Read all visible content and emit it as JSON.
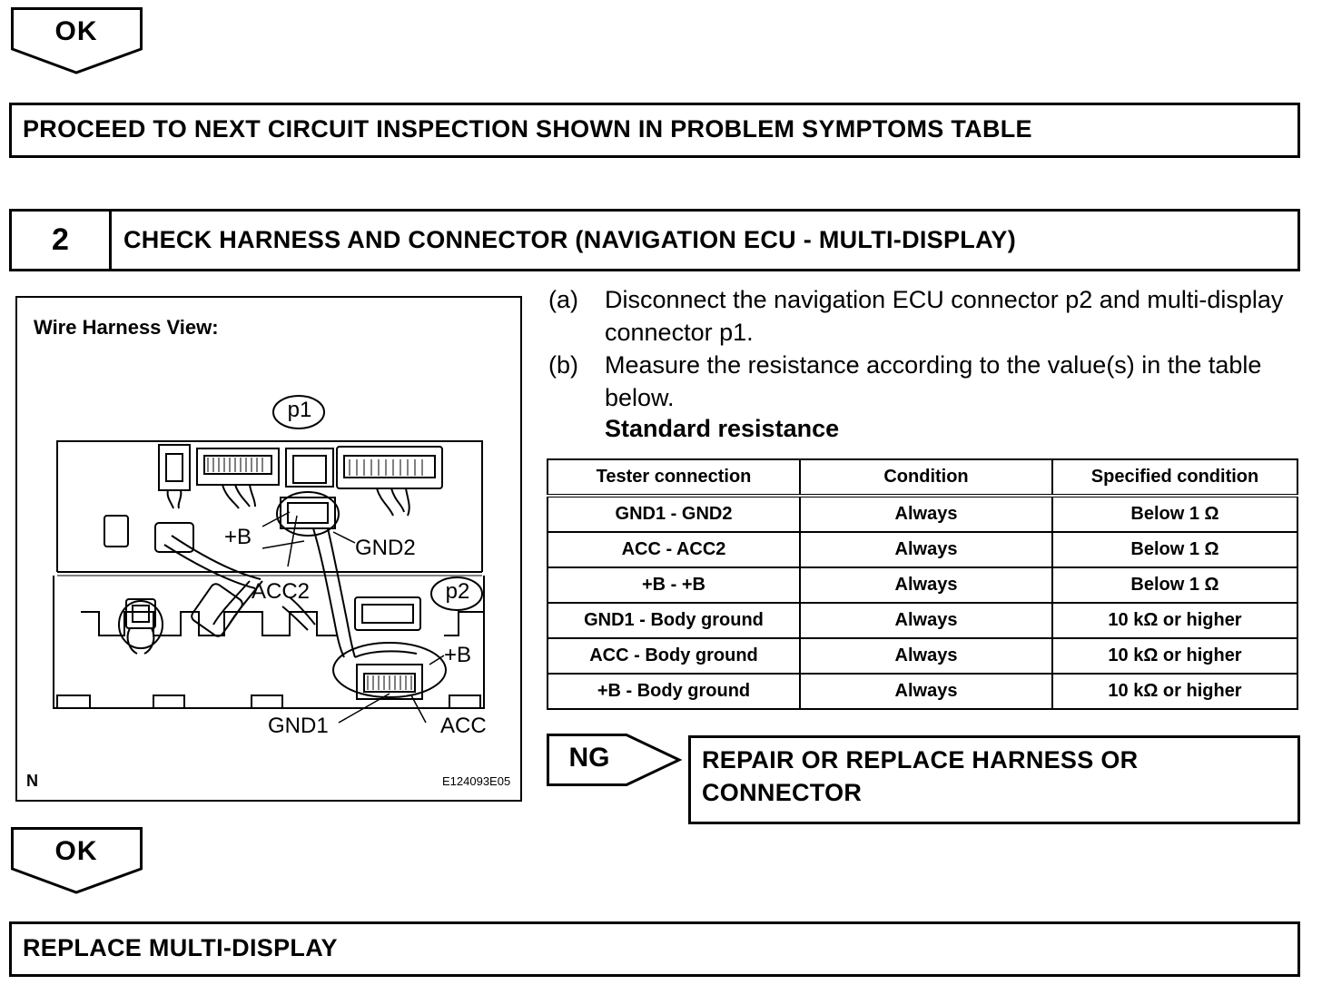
{
  "top_ok": {
    "label": "OK"
  },
  "proceed_box": {
    "text": "PROCEED TO NEXT CIRCUIT INSPECTION SHOWN IN PROBLEM SYMPTOMS TABLE"
  },
  "step": {
    "number": "2",
    "title": "CHECK HARNESS AND CONNECTOR (NAVIGATION ECU - MULTI-DISPLAY)"
  },
  "diagram": {
    "title": "Wire Harness View:",
    "corner_left": "N",
    "corner_right": "E124093E05",
    "labels": {
      "p1": "p1",
      "p2": "p2",
      "plus_b_upper": "+B",
      "gnd2": "GND2",
      "acc2": "ACC2",
      "plus_b_lower": "+B",
      "gnd1": "GND1",
      "acc": "ACC"
    }
  },
  "instructions": [
    {
      "tag": "(a)",
      "text": "Disconnect the navigation ECU connector p2 and multi-display connector p1."
    },
    {
      "tag": "(b)",
      "text": "Measure the resistance according to the value(s) in the table below."
    }
  ],
  "standard_label": "Standard resistance",
  "table": {
    "headers": [
      "Tester connection",
      "Condition",
      "Specified condition"
    ],
    "rows": [
      [
        "GND1 - GND2",
        "Always",
        "Below 1 Ω"
      ],
      [
        "ACC - ACC2",
        "Always",
        "Below 1 Ω"
      ],
      [
        "+B - +B",
        "Always",
        "Below 1 Ω"
      ],
      [
        "GND1 - Body ground",
        "Always",
        "10 kΩ or higher"
      ],
      [
        "ACC - Body ground",
        "Always",
        "10 kΩ or higher"
      ],
      [
        "+B - Body ground",
        "Always",
        "10 kΩ or higher"
      ]
    ]
  },
  "ng": {
    "label": "NG",
    "box_text_line1": "REPAIR OR REPLACE HARNESS OR",
    "box_text_line2": "CONNECTOR"
  },
  "bottom_ok": {
    "label": "OK"
  },
  "replace_box": {
    "text": "REPLACE MULTI-DISPLAY"
  }
}
